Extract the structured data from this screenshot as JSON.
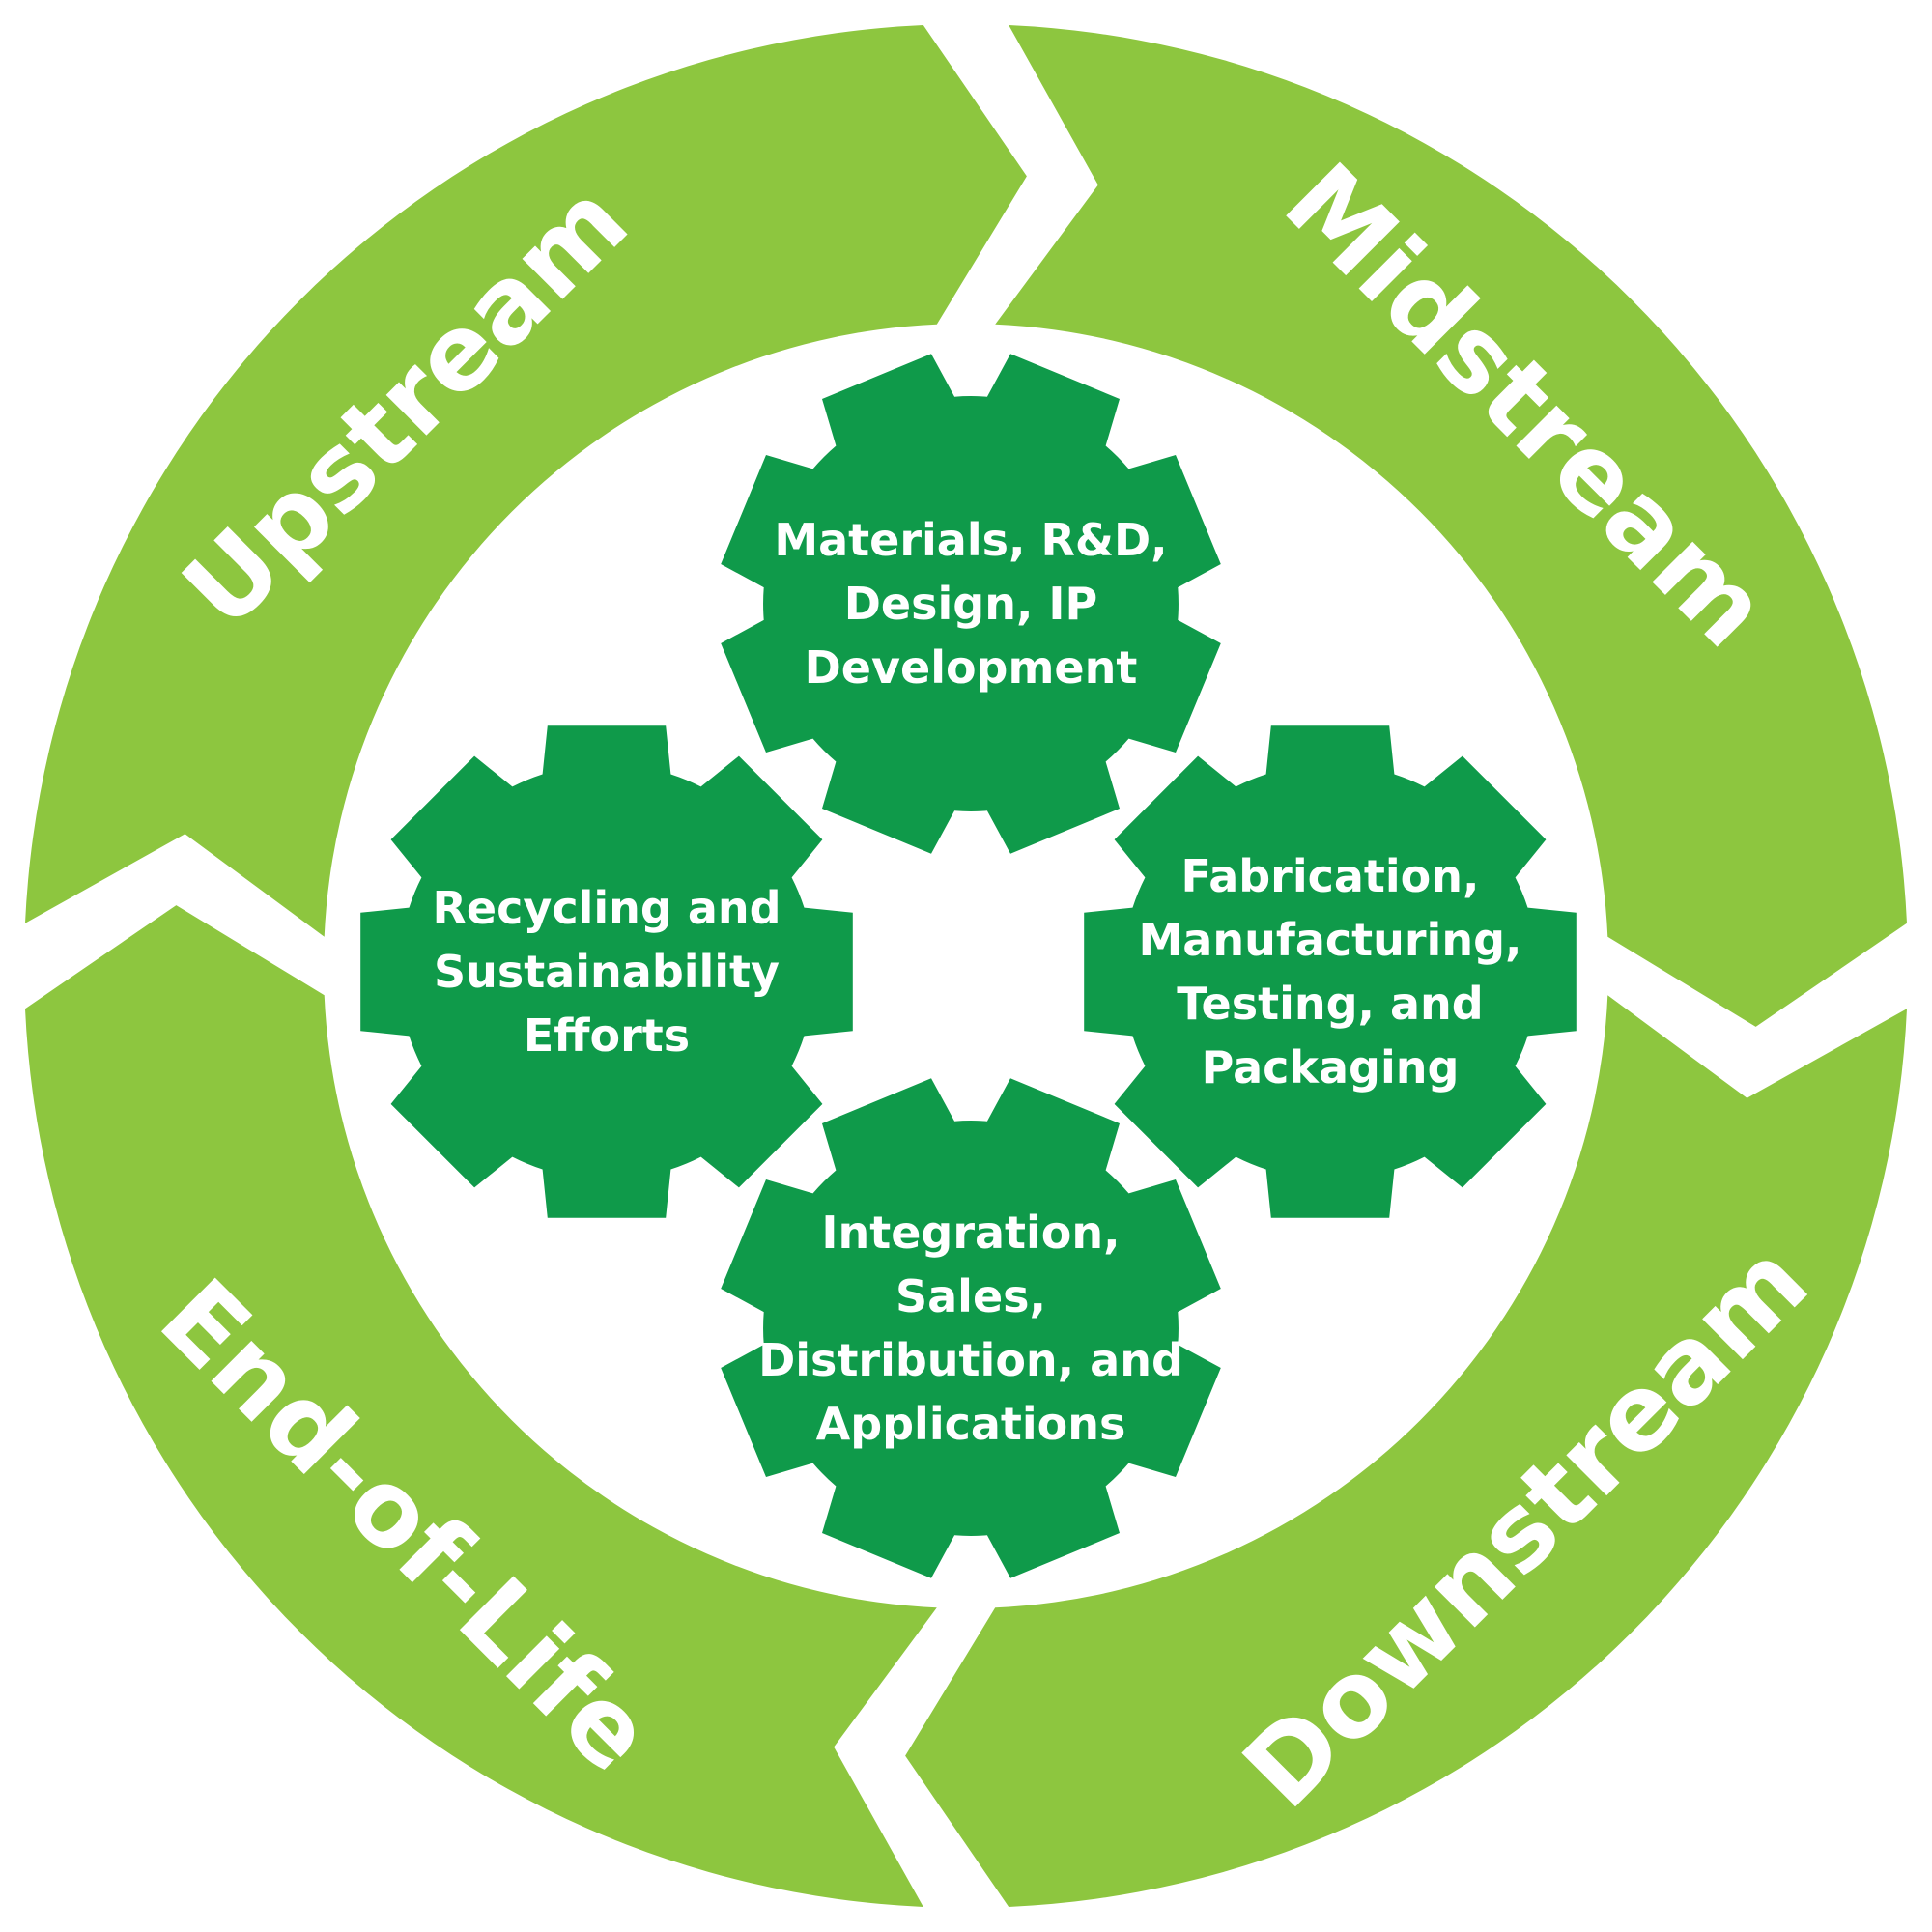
{
  "colors": {
    "ring": "#8dc63f",
    "gear": "#0f9a4a",
    "text": "#ffffff",
    "background": "#ffffff"
  },
  "ring_segments": [
    {
      "id": "upstream",
      "label": "Upstream"
    },
    {
      "id": "midstream",
      "label": "Midstream"
    },
    {
      "id": "downstream",
      "label": "Downstream"
    },
    {
      "id": "end-of-life",
      "label": "End-of-Life"
    }
  ],
  "gears": [
    {
      "id": "materials",
      "lines": [
        "Materials, R&D,",
        "Design, IP",
        "Development"
      ]
    },
    {
      "id": "fabrication",
      "lines": [
        "Fabrication,",
        "Manufacturing,",
        "Testing, and",
        "Packaging"
      ]
    },
    {
      "id": "integration",
      "lines": [
        "Integration,",
        "Sales,",
        "Distribution, and",
        "Applications"
      ]
    },
    {
      "id": "recycling",
      "lines": [
        "Recycling and",
        "Sustainability",
        "Efforts"
      ]
    }
  ]
}
